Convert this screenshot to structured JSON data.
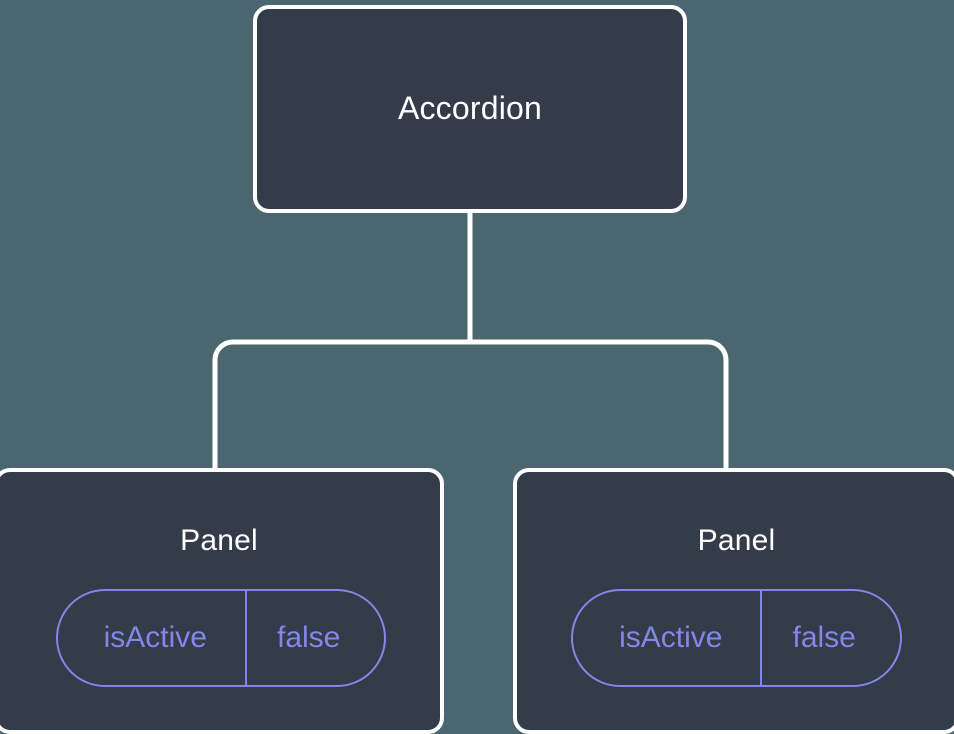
{
  "diagram": {
    "type": "component-tree",
    "background_color": "#4c666f",
    "node_fill_color": "#343b49",
    "node_border_color": "#ffffff",
    "node_text_color": "#ffffff",
    "pill_accent_color": "#8287e8",
    "connector_color": "#ffffff",
    "root": {
      "label": "Accordion"
    },
    "children": [
      {
        "label": "Panel",
        "state": {
          "key": "isActive",
          "value": "false"
        }
      },
      {
        "label": "Panel",
        "state": {
          "key": "isActive",
          "value": "false"
        }
      }
    ]
  }
}
